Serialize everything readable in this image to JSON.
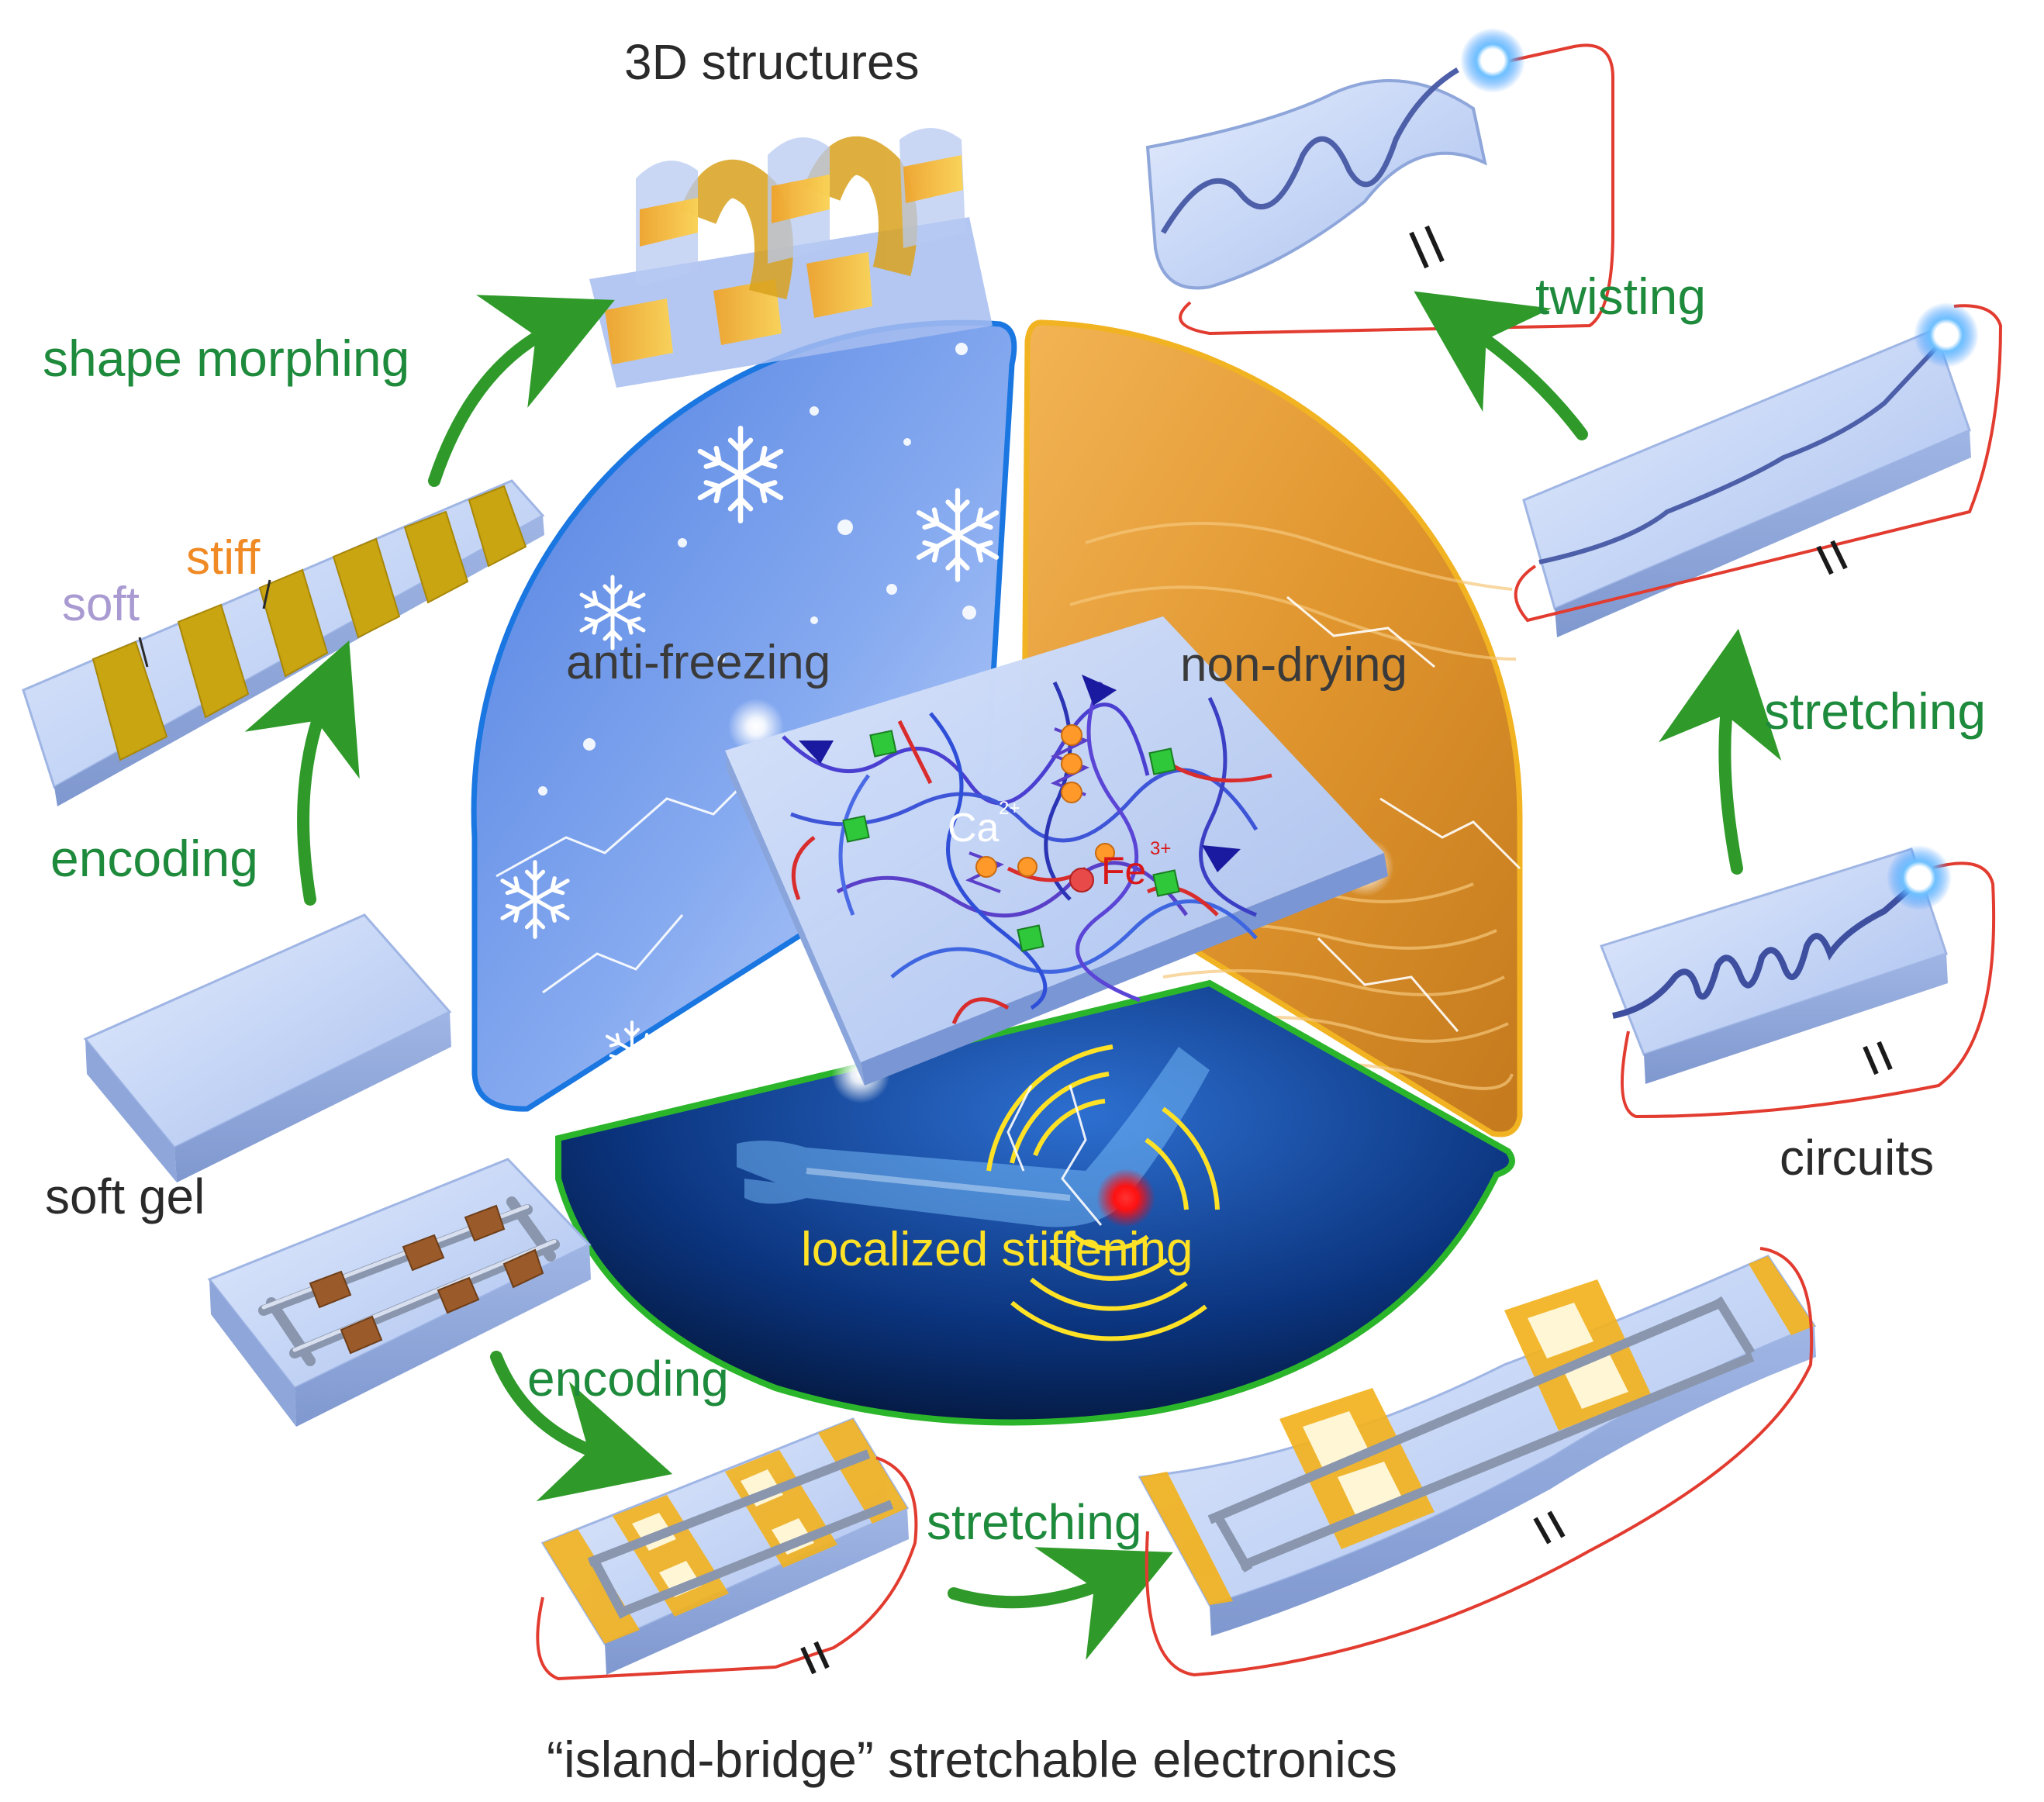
{
  "labels": {
    "structures_3d": "3D structures",
    "shape_morphing": "shape morphing",
    "stiff": "stiff",
    "soft": "soft",
    "encoding_left": "encoding",
    "soft_gel": "soft gel",
    "encoding_bottom": "encoding",
    "stretching_bottom": "stretching",
    "island_bridge": "“island-bridge” stretchable electronics",
    "circuits": "circuits",
    "stretching_right": "stretching",
    "twisting": "twisting",
    "anti_freezing": "anti-freezing",
    "non_drying": "non-drying",
    "localized_stiffening": "localized stiffening",
    "ion_ca": "Ca",
    "ion_ca_charge": "2+",
    "ion_fe": "Fe",
    "ion_fe_charge": "3+"
  },
  "colors": {
    "label_text": "#2a2a2a",
    "arrow_text": "#1e8a3c",
    "arrow": "#2f9a2a",
    "stiff_text": "#f08a24",
    "soft_text": "#a99bd2",
    "highlight_text": "#ffe226",
    "gel": "#cfdcf7",
    "stiff_band": "#c9a511",
    "wire": "#e23b2f",
    "led": "#3aa3ff",
    "freeze_panel": "#5f8fe6",
    "dry_panel": "#e29c36",
    "stiffen_panel": "#0f3c8c"
  },
  "icons": [
    "snowflake-icon",
    "led-icon",
    "battery-icon",
    "lightning-icon",
    "arm-icon"
  ]
}
